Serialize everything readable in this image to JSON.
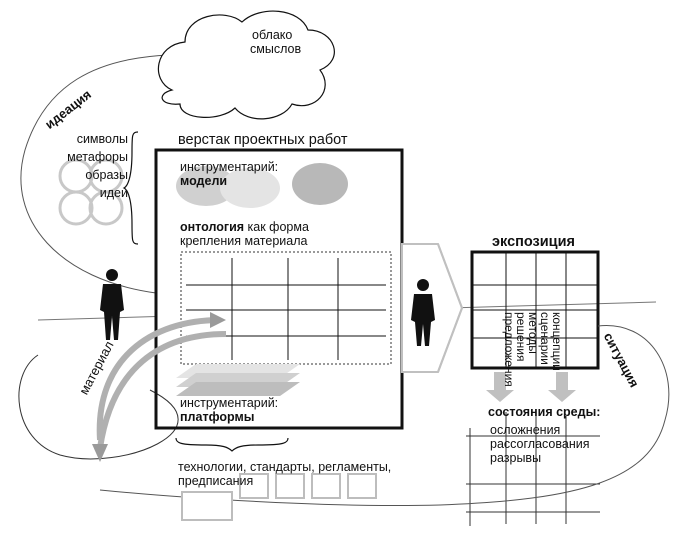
{
  "cloud_label": [
    "облако",
    "смыслов"
  ],
  "ideation_label": "идеация",
  "images_list": [
    "символы",
    "метафоры",
    "образы",
    "идеи"
  ],
  "workbench": {
    "title": "верстак проектных работ",
    "tools_models": {
      "prefix": "инструментарий:",
      "name": "модели"
    },
    "ontology": {
      "bold": "онтология",
      "rest": " как форма",
      "line2": "крепления материала"
    },
    "tools_platforms": {
      "prefix": "инструментарий:",
      "name": "платформы"
    }
  },
  "material_label": "материал",
  "exposition": {
    "title": "экспозиция",
    "columns": [
      "предложения",
      "решения",
      "методы",
      "сценарии",
      "концепции"
    ]
  },
  "situation_label": "ситуация",
  "environment": {
    "title": "состояния среды:",
    "items": [
      "осложнения",
      "рассогласования",
      "разрывы"
    ]
  },
  "standards_label": [
    "технологии, стандарты, регламенты,",
    "предписания"
  ],
  "colors": {
    "ink": "#111111",
    "light_gray": "#d0d0d0",
    "mid_gray": "#9a9a9a",
    "arrow_gray": "#bdbdbd"
  }
}
